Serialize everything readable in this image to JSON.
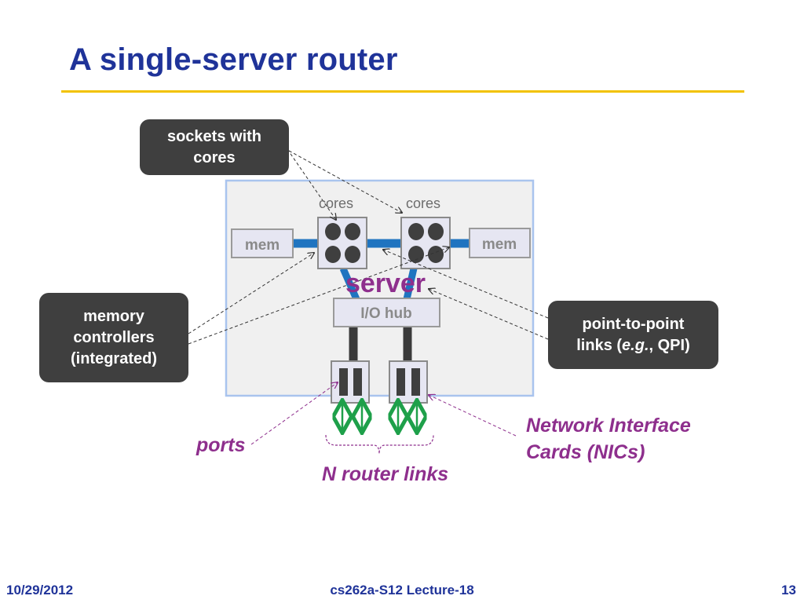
{
  "slide": {
    "title": "A single-server router"
  },
  "callouts": {
    "sockets": [
      "sockets with",
      "cores"
    ],
    "memory_controllers": [
      "memory",
      "controllers",
      "(integrated)"
    ],
    "links_line1": "point-to-point",
    "links_prefix": "links (",
    "links_eg": "e.g.",
    "links_suffix": ", QPI)"
  },
  "diagram": {
    "cores_left": "cores",
    "cores_right": "cores",
    "mem_left": "mem",
    "mem_right": "mem",
    "server": "server",
    "io_hub": "I/O hub"
  },
  "labels": {
    "ports": "ports",
    "router_links": "N router links",
    "nics": [
      "Network Interface",
      "Cards (NICs)"
    ]
  },
  "footer": {
    "date": "10/29/2012",
    "course": "cs262a-S12 Lecture-18",
    "page": "13"
  },
  "colors": {
    "title": "#1f3399",
    "rule": "#f2c200",
    "callout_bg": "#3f3f3f",
    "purple": "#8e2f8d",
    "link_blue": "#1f74c0",
    "arrow_green": "#1ea04a"
  }
}
